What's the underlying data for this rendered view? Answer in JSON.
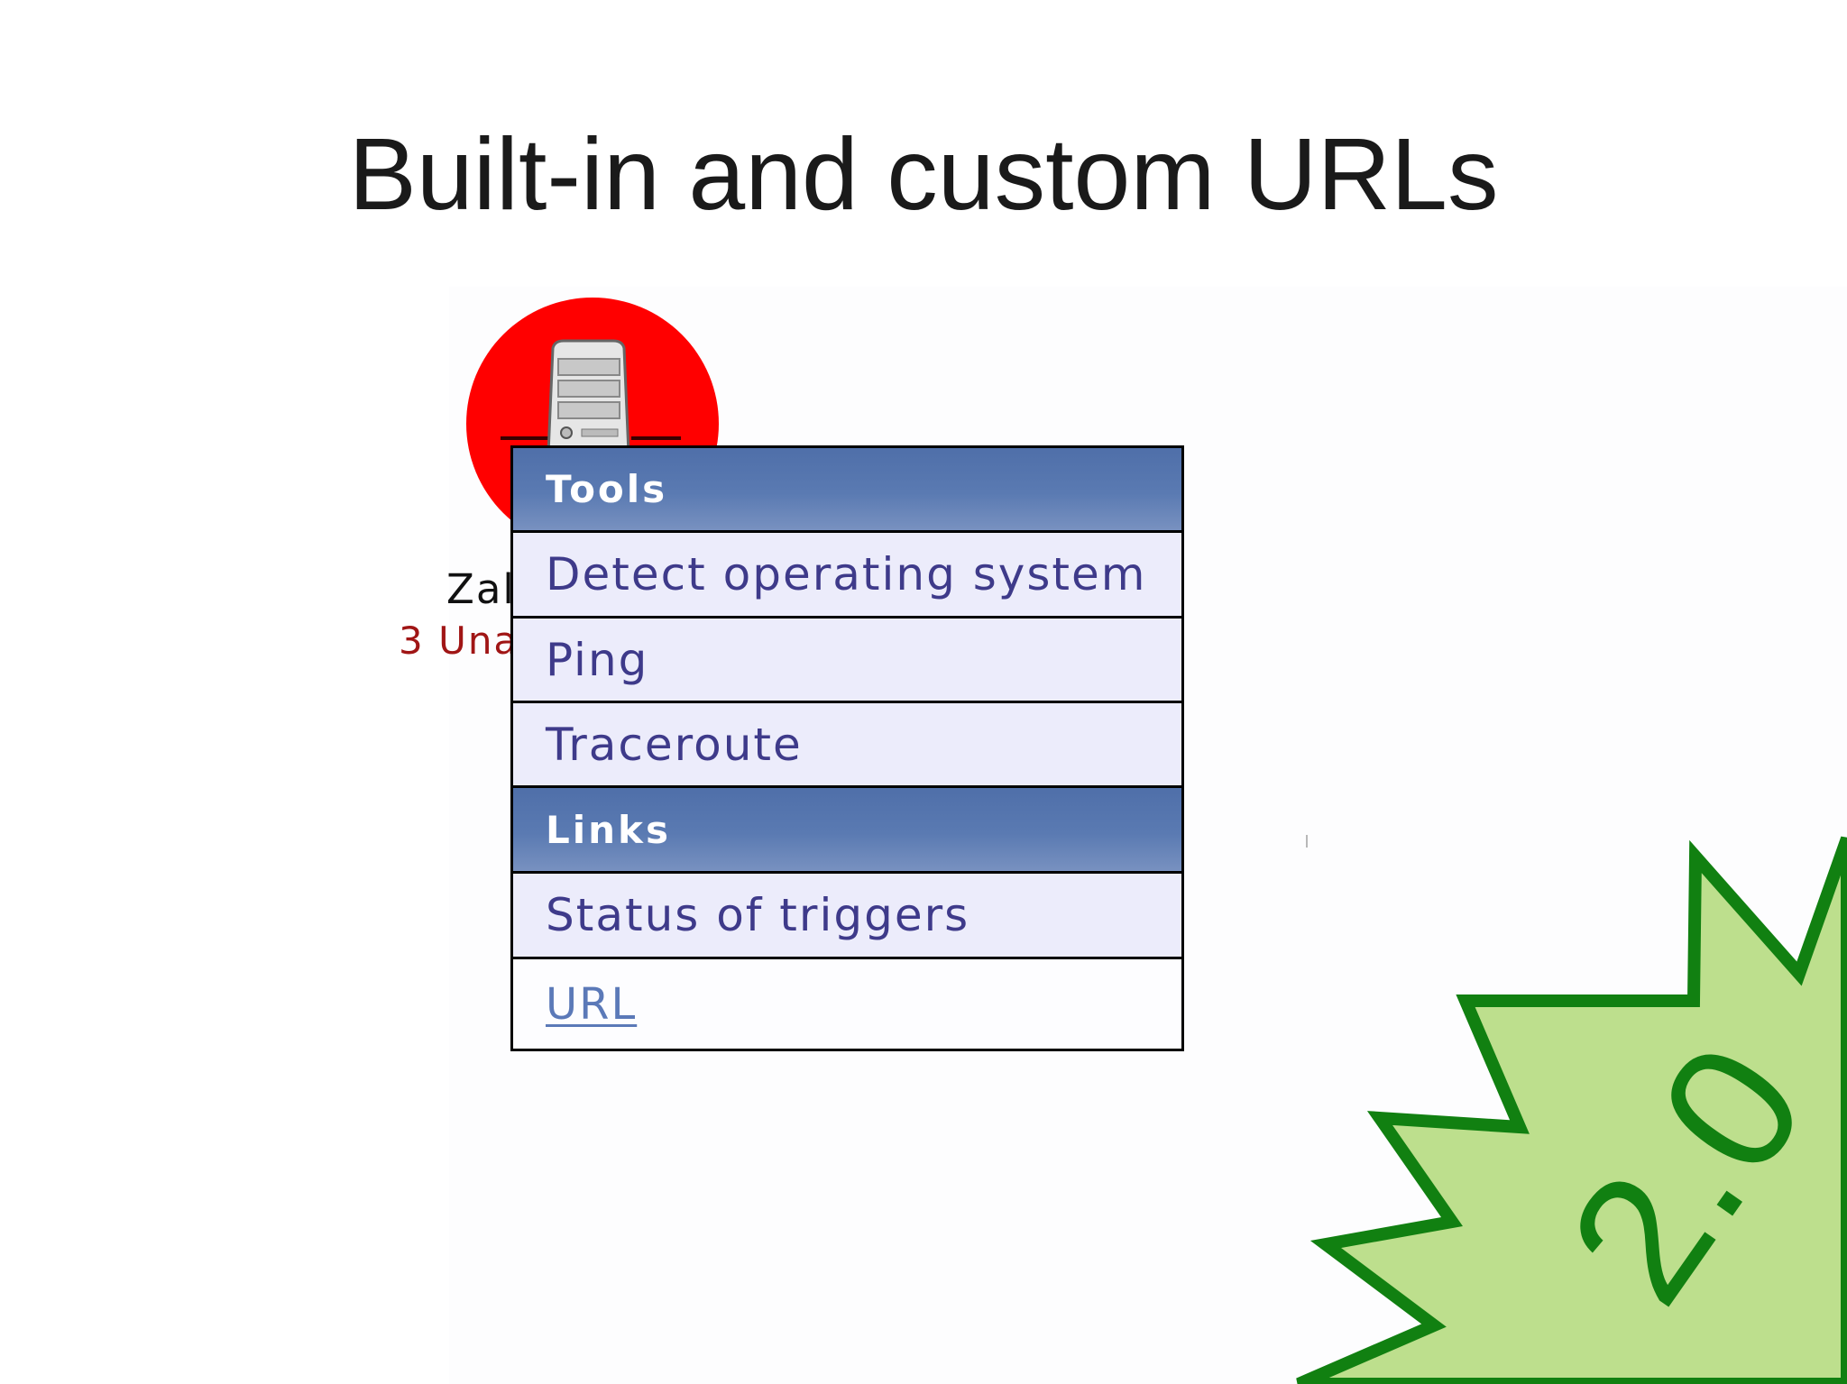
{
  "slide": {
    "title": "Built-in and custom URLs"
  },
  "host": {
    "name_partial": "Zal",
    "status_partial": "3 Una",
    "icon": "server-icon",
    "status_color": "#ff0000"
  },
  "menu": {
    "tools_header": "Tools",
    "tools_items": [
      {
        "label": "Detect operating system"
      },
      {
        "label": "Ping"
      },
      {
        "label": "Traceroute"
      }
    ],
    "links_header": "Links",
    "links_items": [
      {
        "label": "Status of triggers"
      }
    ],
    "custom_url_label": "URL"
  },
  "badge": {
    "version": "2.0",
    "fill_color": "#bddf8d",
    "stroke_color": "#118011"
  }
}
